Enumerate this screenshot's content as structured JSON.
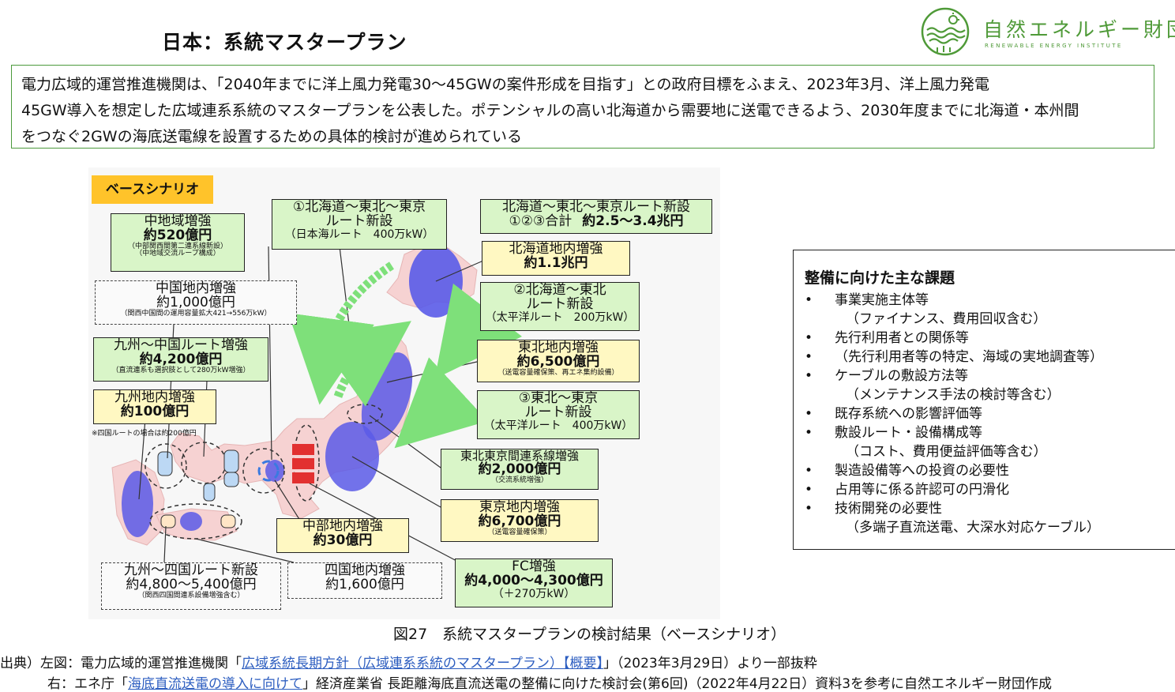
{
  "page": {
    "title": "日本：系統マスタープラン"
  },
  "logo": {
    "name": "自然エネルギー財団",
    "subtitle": "RENEWABLE ENERGY INSTITUTE",
    "color": "#4f9a38"
  },
  "intro": {
    "lines": [
      "電力広域的運営推進機関は、「2040年までに洋上風力発電30～45GWの案件形成を目指す」との政府目標をふまえ、2023年3月、洋上風力発電",
      "45GW導入を想定した広域連系系統のマスタープランを公表した。ポテンシャルの高い北海道から需要地に送電できるよう、2030年度までに北海道・本州間",
      "をつなぐ2GWの海底送電線を設置するための具体的検討が進められている"
    ]
  },
  "figure": {
    "base_label": "ベースシナリオ",
    "note_shikoku": "※四国ルートの場合は約200億円",
    "boxes": {
      "chuchiiki": {
        "l1": "中地域増強",
        "l2": "約520億円",
        "l3": "（中部関西間第二連系線新設）",
        "l4": "（中地域交流ループ構成）"
      },
      "chugoku": {
        "l1": "中国地内増強",
        "l2": "約1,000億円",
        "l3": "（関西中国間の運用容量拡大421→556万kW）"
      },
      "kyushu_chugoku": {
        "l1": "九州～中国ルート増強",
        "l2": "約4,200億円",
        "l3": "（直流連系も選択肢として280万kW増強）"
      },
      "kyushu": {
        "l1": "九州地内増強",
        "l2": "約100億円"
      },
      "kyushu_shikoku": {
        "l1": "九州～四国ルート新設",
        "l2": "約4,800～5,400億円",
        "l3": "（関西四国間連系設備増強含む）"
      },
      "shikoku": {
        "l1": "四国地内増強",
        "l2": "約1,600億円"
      },
      "chubu": {
        "l1": "中部地内増強",
        "l2": "約30億円"
      },
      "route1": {
        "l1": "①北海道～東北～東京",
        "l2": "ルート新設",
        "l3": "（日本海ルート　400万kW）"
      },
      "total": {
        "l1": "北海道～東北～東京ルート新設",
        "l2": "①②③合計",
        "l3": "約2.5～3.4兆円"
      },
      "hokkaido": {
        "l1": "北海道地内増強",
        "l2": "約1.1兆円"
      },
      "route2": {
        "l1": "②北海道～東北",
        "l2": "ルート新設",
        "l3": "（太平洋ルート　200万kW）"
      },
      "tohoku": {
        "l1": "東北地内増強",
        "l2": "約6,500億円",
        "l3": "（送電容量確保策、再エネ集約設備）"
      },
      "route3": {
        "l1": "③東北～東京",
        "l2": "ルート新設",
        "l3": "（太平洋ルート　400万kW）"
      },
      "tohoku_tokyo": {
        "l1": "東北東京間連系線増強",
        "l2": "約2,000億円",
        "l3": "（交流系統増強）"
      },
      "tokyo": {
        "l1": "東京地内増強",
        "l2": "約6,700億円",
        "l3": "（送電容量確保策）"
      },
      "fc": {
        "l1": "FC増強",
        "l2": "約4,000～4,300億円",
        "l3": "（＋270万kW）"
      }
    }
  },
  "issues": {
    "title": "整備に向けた主な課題",
    "bullet": "•",
    "items": [
      {
        "bullet": true,
        "text": "事業実施主体等"
      },
      {
        "bullet": false,
        "text": "（ファイナンス、費用回収含む）"
      },
      {
        "bullet": true,
        "text": "先行利用者との関係等"
      },
      {
        "bullet": true,
        "text": "（先行利用者等の特定、海域の実地調査等）"
      },
      {
        "bullet": true,
        "text": "ケーブルの敷設方法等"
      },
      {
        "bullet": false,
        "text": "（メンテナンス手法の検討等含む）"
      },
      {
        "bullet": true,
        "text": "既存系統への影響評価等"
      },
      {
        "bullet": true,
        "text": "敷設ルート・設備構成等"
      },
      {
        "bullet": false,
        "text": "（コスト、費用便益評価等含む）"
      },
      {
        "bullet": true,
        "text": "製造設備等への投資の必要性"
      },
      {
        "bullet": true,
        "text": "占用等に係る許認可の円滑化"
      },
      {
        "bullet": true,
        "text": "技術開発の必要性"
      },
      {
        "bullet": false,
        "text": "（多端子直流送電、大深水対応ケーブル）"
      }
    ]
  },
  "caption": "図27　系統マスタープランの検討結果（ベースシナリオ）",
  "sources": {
    "line1_prefix": "出典）左図：電力広域的運営推進機関「",
    "line1_link": "広域系統長期方針（広域連系系統のマスタープラン）【概要】",
    "line1_suffix": "」（2023年3月29日）より一部抜粋",
    "line2_prefix": "右：エネ庁「",
    "line2_link": "海底直流送電の導入に向けて",
    "line2_suffix": "」経済産業省 長距離海底直流送電の整備に向けた検討会(第6回)（2022年4月22日）資料3を参考に自然エネルギー財団作成"
  },
  "colors": {
    "green_box": "#d9f5c8",
    "yellow_box": "#fff8c2",
    "base_label": "#ffc32a",
    "region_blue": "#5a5be8",
    "land_pink": "#f6d2d2",
    "arrow_green": "#7ee07a",
    "link": "#2d5ec0"
  }
}
